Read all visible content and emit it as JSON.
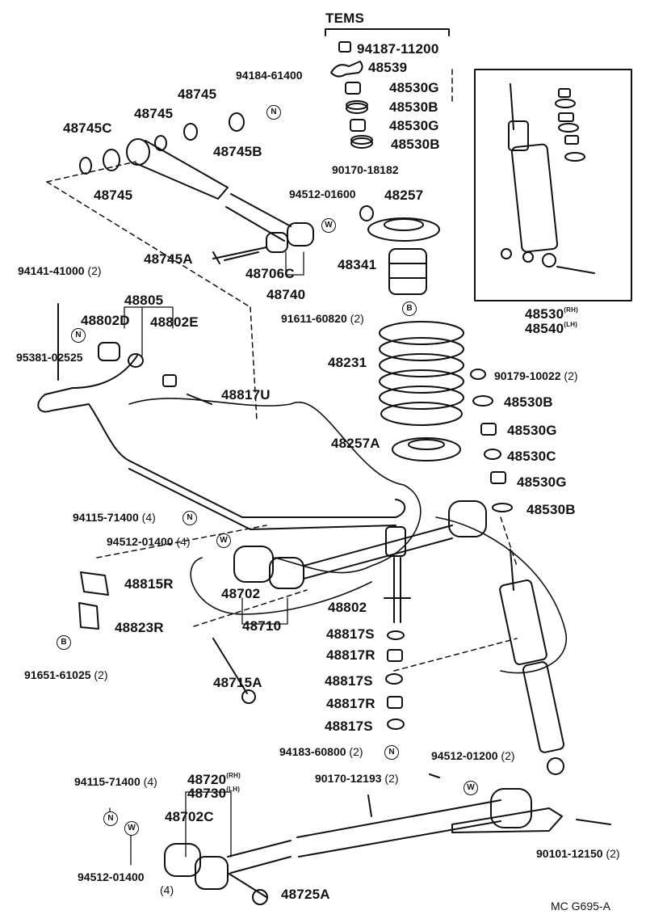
{
  "labels": {
    "tems": "TEMS",
    "p94187_11200": "94187-11200",
    "p48539": "48539",
    "p48530G_a": "48530G",
    "p48530B_a": "48530B",
    "p48530G_b": "48530G",
    "p48530B_b": "48530B",
    "p94184_61400": "94184-61400",
    "p48745_a": "48745",
    "p48745_b": "48745",
    "p48745C": "48745C",
    "p48745B": "48745B",
    "p48745_c": "48745",
    "p90170_18182": "90170-18182",
    "p94512_01600": "94512-01600",
    "p48257": "48257",
    "p48745A": "48745A",
    "p48706C": "48706C",
    "p48740": "48740",
    "p48341": "48341",
    "p94141_41000": "94141-41000",
    "q94141": "(2)",
    "p48805": "48805",
    "p48802D": "48802D",
    "p48802E": "48802E",
    "p91611_60820": "91611-60820",
    "q91611": "(2)",
    "p48231": "48231",
    "p95381_02525": "95381-02525",
    "p48817U": "48817U",
    "p90179_10022": "90179-10022",
    "q90179": "(2)",
    "p48530B_c": "48530B",
    "p48530G_c": "48530G",
    "p48530C": "48530C",
    "p48530G_d": "48530G",
    "p48530B_d": "48530B",
    "p48257A": "48257A",
    "p48530": "48530",
    "rh": "(RH)",
    "p48540": "48540",
    "lh": "(LH)",
    "p94115_71400_a": "94115-71400",
    "q94115a": "(4)",
    "p94512_01400_a": "94512-01400",
    "q94512a": "(4)",
    "p48815R": "48815R",
    "p48823R": "48823R",
    "p91651_61025": "91651-61025",
    "q91651": "(2)",
    "p48702": "48702",
    "p48710": "48710",
    "p48715A": "48715A",
    "p48802": "48802",
    "p48817S_a": "48817S",
    "p48817R_a": "48817R",
    "p48817S_b": "48817S",
    "p48817R_b": "48817R",
    "p48817S_c": "48817S",
    "p94183_60800": "94183-60800",
    "q94183": "(2)",
    "p94512_01200": "94512-01200",
    "q94512b": "(2)",
    "p90170_12193": "90170-12193",
    "q90170": "(2)",
    "p94115_71400_b": "94115-71400",
    "q94115b": "(4)",
    "p48720": "48720",
    "rh2": "(RH)",
    "p48730": "48730",
    "lh2": "(LH)",
    "p48702C": "48702C",
    "p90101_12150": "90101-12150",
    "q90101": "(2)",
    "p94512_01400_b": "94512-01400",
    "q94512c": "(4)",
    "p48725A": "48725A",
    "drawing_code": "MC G695-A"
  },
  "symbols": {
    "N": "N",
    "W": "W",
    "B": "B"
  }
}
